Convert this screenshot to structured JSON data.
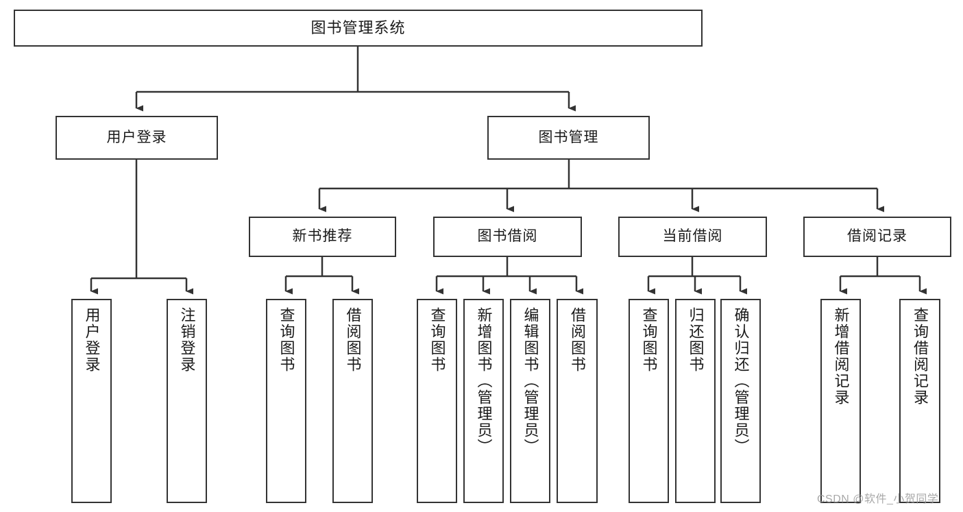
{
  "diagram": {
    "type": "tree",
    "title": "图书管理系统",
    "root": {
      "label": "图书管理系统"
    },
    "level2": [
      {
        "label": "用户登录"
      },
      {
        "label": "图书管理"
      }
    ],
    "level3": [
      {
        "label": "新书推荐"
      },
      {
        "label": "图书借阅"
      },
      {
        "label": "当前借阅"
      },
      {
        "label": "借阅记录"
      }
    ],
    "leaves": {
      "user_login": [
        {
          "label": "用户登录"
        },
        {
          "label": "注销登录"
        }
      ],
      "new_book_recommend": [
        {
          "label": "查询图书"
        },
        {
          "label": "借阅图书"
        }
      ],
      "book_borrow": [
        {
          "label": "查询图书"
        },
        {
          "label": "新增图书（管理员）"
        },
        {
          "label": "编辑图书（管理员）"
        },
        {
          "label": "借阅图书"
        }
      ],
      "current_borrow": [
        {
          "label": "查询图书"
        },
        {
          "label": "归还图书"
        },
        {
          "label": "确认归还（管理员）"
        }
      ],
      "borrow_record": [
        {
          "label": "新增借阅记录"
        },
        {
          "label": "查询借阅记录"
        }
      ]
    }
  },
  "watermark": {
    "text": "CSDN @软件_小贺同学"
  },
  "colors": {
    "stroke": "#333333",
    "fill": "#ffffff",
    "text": "#1a1a1a",
    "watermark": "#9a9a9a"
  }
}
